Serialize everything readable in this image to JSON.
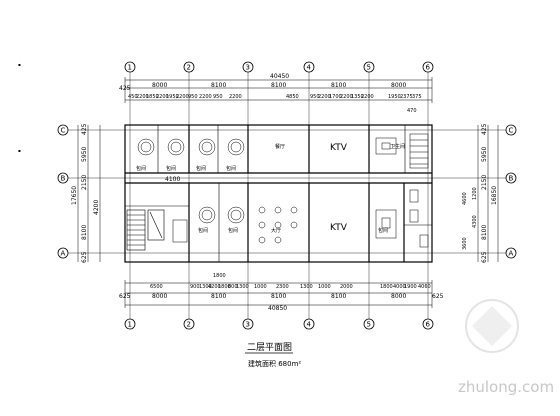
{
  "drawing": {
    "title": "二层平面图",
    "area": "建筑面积 680m²"
  },
  "axes": {
    "columns": [
      "1",
      "2",
      "3",
      "4",
      "5",
      "6"
    ],
    "rows": [
      "A",
      "B",
      "C"
    ]
  },
  "dimensions": {
    "top_total": "40450",
    "top_bays": [
      "8000",
      "8100",
      "8100",
      "8100",
      "8000"
    ],
    "top_edge": "425",
    "top_detail": [
      "450",
      "2200",
      "1850",
      "2200",
      "1950",
      "2200",
      "950",
      "2200",
      "950",
      "2200",
      "4850",
      "950",
      "2200",
      "1700",
      "2200",
      "1350",
      "2200",
      "1950",
      "2375",
      "375"
    ],
    "top_detail_right": "470",
    "bottom_total": "40850",
    "bottom_bays": [
      "8000",
      "8100",
      "8100",
      "8100",
      "8000"
    ],
    "bottom_edge": "625",
    "bottom_detail": [
      "900",
      "1300",
      "4200",
      "1800",
      "800",
      "1300",
      "1000",
      "2300",
      "1300",
      "1000",
      "2000",
      "1800",
      "4000",
      "1900"
    ],
    "bottom_right_edge": "4060",
    "bottom_left_value": "6500",
    "left_total": "17650",
    "left_bays": [
      "5950",
      "2150",
      "4200",
      "8100"
    ],
    "left_top": "425",
    "left_bottom": "625",
    "right_total": "16850",
    "right_bays": [
      "5950",
      "2150",
      "8100"
    ],
    "right_top": "425",
    "right_bottom": "625",
    "right_detail": [
      "4300",
      "1200",
      "4600",
      "3600"
    ]
  },
  "rooms": {
    "ktv_top": "KTV",
    "ktv_bottom": "KTV",
    "corridor_dim": "4100",
    "labels": [
      "包间",
      "包间",
      "包间",
      "包间",
      "餐厅",
      "卫生间",
      "包间",
      "包间",
      "大厅",
      "包间"
    ]
  },
  "watermark": "zhulong.com"
}
